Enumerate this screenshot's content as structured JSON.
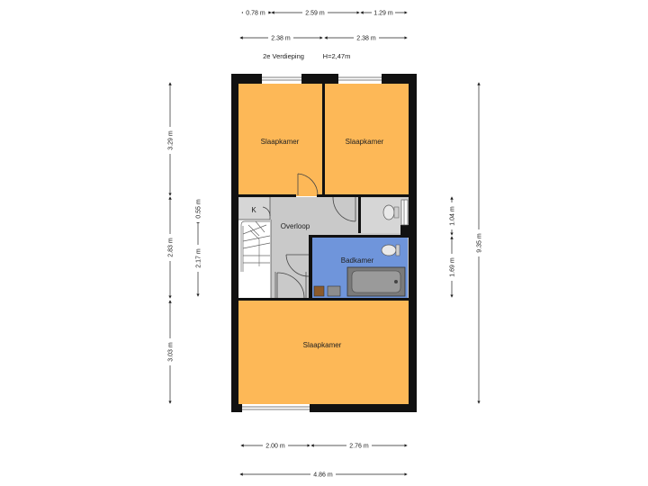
{
  "header": {
    "floor_label": "2e Verdieping",
    "height_label": "H=2,47m"
  },
  "dimensions": {
    "top_row1": [
      "0.78 m",
      "2.59 m",
      "1.29 m"
    ],
    "top_row2": [
      "2.38 m",
      "2.38 m"
    ],
    "left_outer": [
      "3.29 m",
      "2.83 m",
      "3.03 m"
    ],
    "left_inner": [
      "0.55 m",
      "2.17 m"
    ],
    "right_inner": [
      "1.04 m",
      "1.69 m"
    ],
    "right_outer": "9.35 m",
    "bottom_row1": [
      "2.00 m",
      "2.76 m"
    ],
    "bottom_row2": "4.86 m"
  },
  "rooms": {
    "bedroom_top_left": "Slaapkamer",
    "bedroom_top_right": "Slaapkamer",
    "closet": "K",
    "landing": "Overloop",
    "bathroom": "Badkamer",
    "bedroom_bottom": "Slaapkamer"
  },
  "colors": {
    "bedroom": "#FDB857",
    "bathroom": "#6F95DB",
    "landing": "#C9C9C9",
    "wall": "#111111"
  }
}
